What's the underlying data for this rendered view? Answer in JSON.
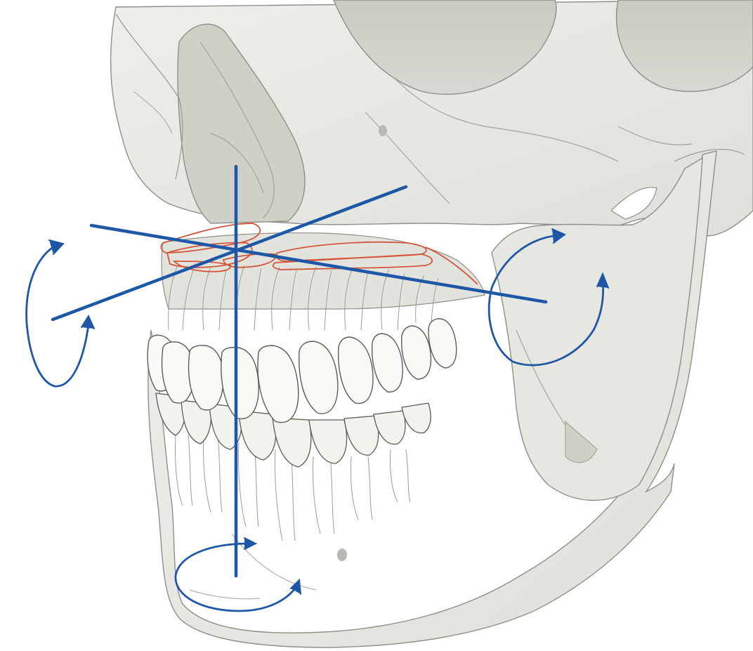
{
  "colors": {
    "background": "#ffffff",
    "bone_fill": "#e9eae4",
    "bone_shade": "#d9dad3",
    "bone_dark": "#c7c8c0",
    "bone_outline": "#8e8f88",
    "tooth_fill": "#f7f7f3",
    "tooth_outline": "#5c5c58",
    "axis_blue": "#1f57a7",
    "osteotomy_red": "#d4563a"
  },
  "illustration": {
    "subject": "skull-maxilla-mandible",
    "axes": [
      "vertical-axis",
      "transverse-axis",
      "anteroposterior-axis"
    ],
    "rotation_arrows": [
      "pitch-arrow-left",
      "roll-arrow-right",
      "yaw-arrow-bottom"
    ],
    "icons": [
      "curved-arrow-icon",
      "axis-line-icon"
    ]
  }
}
